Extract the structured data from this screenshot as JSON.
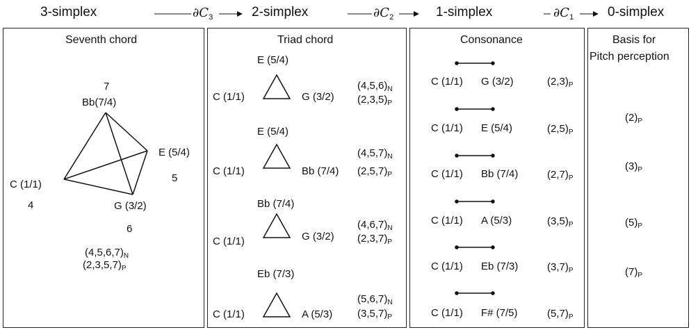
{
  "headers": {
    "s3": "3-simplex",
    "s2": "2-simplex",
    "s1": "1-simplex",
    "s0": "0-simplex"
  },
  "operators": {
    "d3": {
      "symbol": "∂C",
      "index": "3"
    },
    "d2": {
      "symbol": "∂C",
      "index": "2"
    },
    "d1": {
      "symbol": "∂C",
      "index": "1"
    }
  },
  "panel_seventh": {
    "title": "Seventh chord",
    "vertices": {
      "top_note": "Bb(7/4)",
      "top_num": "7",
      "left_note": "C (1/1)",
      "left_num": "4",
      "right_note": "E (5/4)",
      "right_num": "5",
      "bottom_note": "G (3/2)",
      "bottom_num": "6"
    },
    "code_n": "(4,5,6,7)",
    "code_n_sub": "N",
    "code_p": "(2,3,5,7)",
    "code_p_sub": "P"
  },
  "panel_triad": {
    "title": "Triad chord",
    "rows": [
      {
        "top": "E (5/4)",
        "left": "C (1/1)",
        "right": "G (3/2)",
        "n": "(4,5,6)",
        "p": "(2,3,5)"
      },
      {
        "top": "E (5/4)",
        "left": "C (1/1)",
        "right": "Bb (7/4)",
        "n": "(4,5,7)",
        "p": "(2,5,7)"
      },
      {
        "top": "Bb (7/4)",
        "left": "C (1/1)",
        "right": "G (3/2)",
        "n": "(4,6,7)",
        "p": "(2,3,7)"
      },
      {
        "top": "Eb (7/3)",
        "left": "C (1/1)",
        "right": "A (5/3)",
        "n": "(5,6,7)",
        "p": "(3,5,7)"
      }
    ],
    "n_sub": "N",
    "p_sub": "P"
  },
  "panel_consonance": {
    "title": "Consonance",
    "rows": [
      {
        "left": "C (1/1)",
        "right": "G (3/2)",
        "code": "(2,3)"
      },
      {
        "left": "C (1/1)",
        "right": "E (5/4)",
        "code": "(2,5)"
      },
      {
        "left": "C (1/1)",
        "right": "Bb (7/4)",
        "code": "(2,7)"
      },
      {
        "left": "C (1/1)",
        "right": "A (5/3)",
        "code": "(3,5)"
      },
      {
        "left": "C (1/1)",
        "right": "Eb (7/3)",
        "code": "(3,7)"
      },
      {
        "left": "C (1/1)",
        "right": "F# (7/5)",
        "code": "(5,7)"
      }
    ],
    "p_sub": "P"
  },
  "panel_basis": {
    "title_line1": "Basis for",
    "title_line2": "Pitch perception",
    "items": [
      "(2)",
      "(3)",
      "(5)",
      "(7)"
    ],
    "p_sub": "P"
  },
  "colors": {
    "line": "#111111",
    "border": "#222222"
  }
}
